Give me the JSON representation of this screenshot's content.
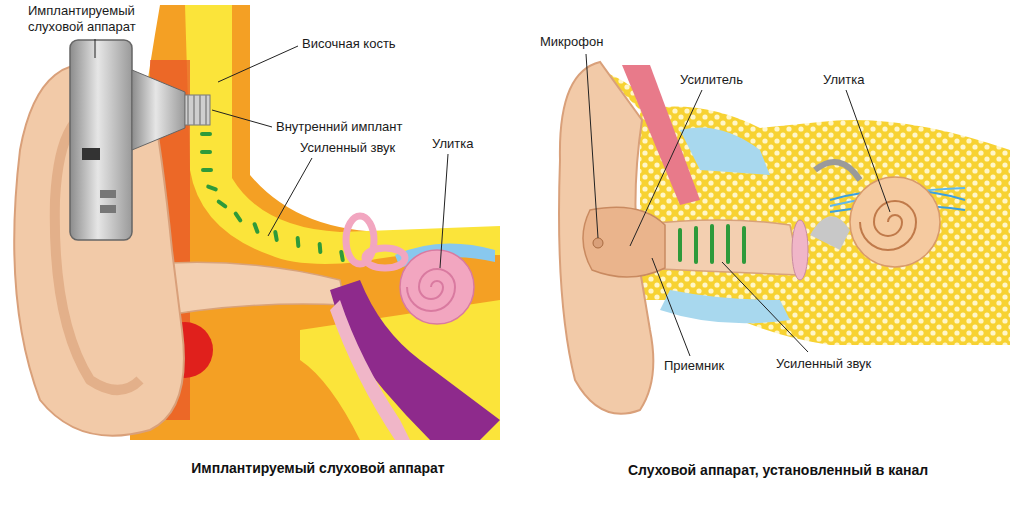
{
  "diagram": {
    "labels": [
      "Имплантируемый слуховой аппарат",
      "Височная кость",
      "Внутренний имплант",
      "Усиленный звук",
      "Улитка",
      "Микрофон",
      "Усилитель",
      "Улитка",
      "Приемник",
      "Усиленный звук",
      "Имплантируемый слуховой аппарат",
      "Слуховой аппарат, установленный в канал"
    ]
  }
}
